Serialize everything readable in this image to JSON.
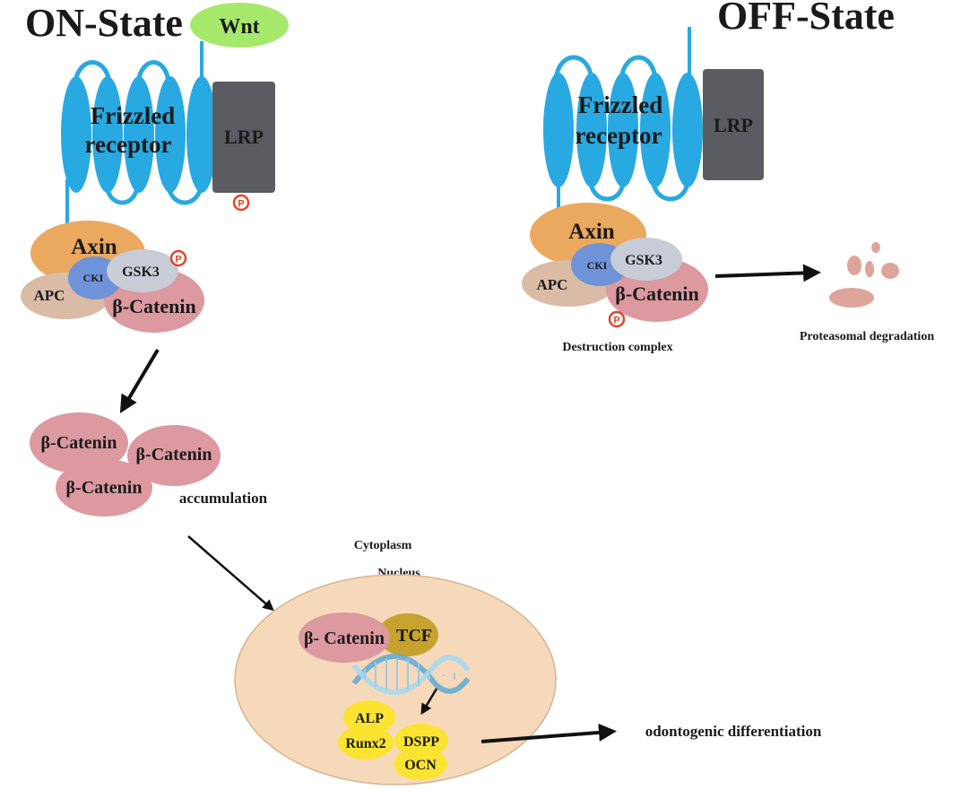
{
  "on_state": {
    "title": "ON-State",
    "ligand": "Wnt",
    "receptor_line1": "Frizzled",
    "receptor_line2": "receptor",
    "coreceptor": "LRP",
    "complex": {
      "axin": "Axin",
      "apc": "APC",
      "cki": "CKI",
      "gsk3": "GSK3",
      "catenin": "β-Catenin"
    },
    "phospho": "P",
    "accumulated": [
      "β-Catenin",
      "β-Catenin",
      "β-Catenin"
    ],
    "accumulation_label": "accumulation"
  },
  "off_state": {
    "title": "OFF-State",
    "receptor_line1": "Frizzled",
    "receptor_line2": "receptor",
    "coreceptor": "LRP",
    "complex": {
      "axin": "Axin",
      "apc": "APC",
      "cki": "CKI",
      "gsk3": "GSK3",
      "catenin": "β-Catenin"
    },
    "phospho": "P",
    "complex_label": "Destruction complex",
    "degradation_label": "Proteasomal degradation"
  },
  "nucleus": {
    "cytoplasm_label": "Cytoplasm",
    "nucleus_label": "Nucleus",
    "catenin": "β- Catenin",
    "tcf": "TCF",
    "genes": [
      "ALP",
      "Runx2",
      "DSPP",
      "OCN"
    ]
  },
  "outcome_label": "odontogenic differentiation",
  "colors": {
    "receptor": "#29a9e1",
    "lrp": "#5a5c61",
    "wnt": "#a6e86b",
    "axin": "#eba85f",
    "apc": "#d9bba6",
    "cki": "#6f93d8",
    "gsk3": "#c7ccd6",
    "catenin": "#dc99a0",
    "membrane_head": "#f0b55a",
    "nucleus_fill": "#f6d9ba",
    "tcf": "#c6a22e",
    "gene": "#fbe431",
    "phospho": "#e0462b"
  }
}
